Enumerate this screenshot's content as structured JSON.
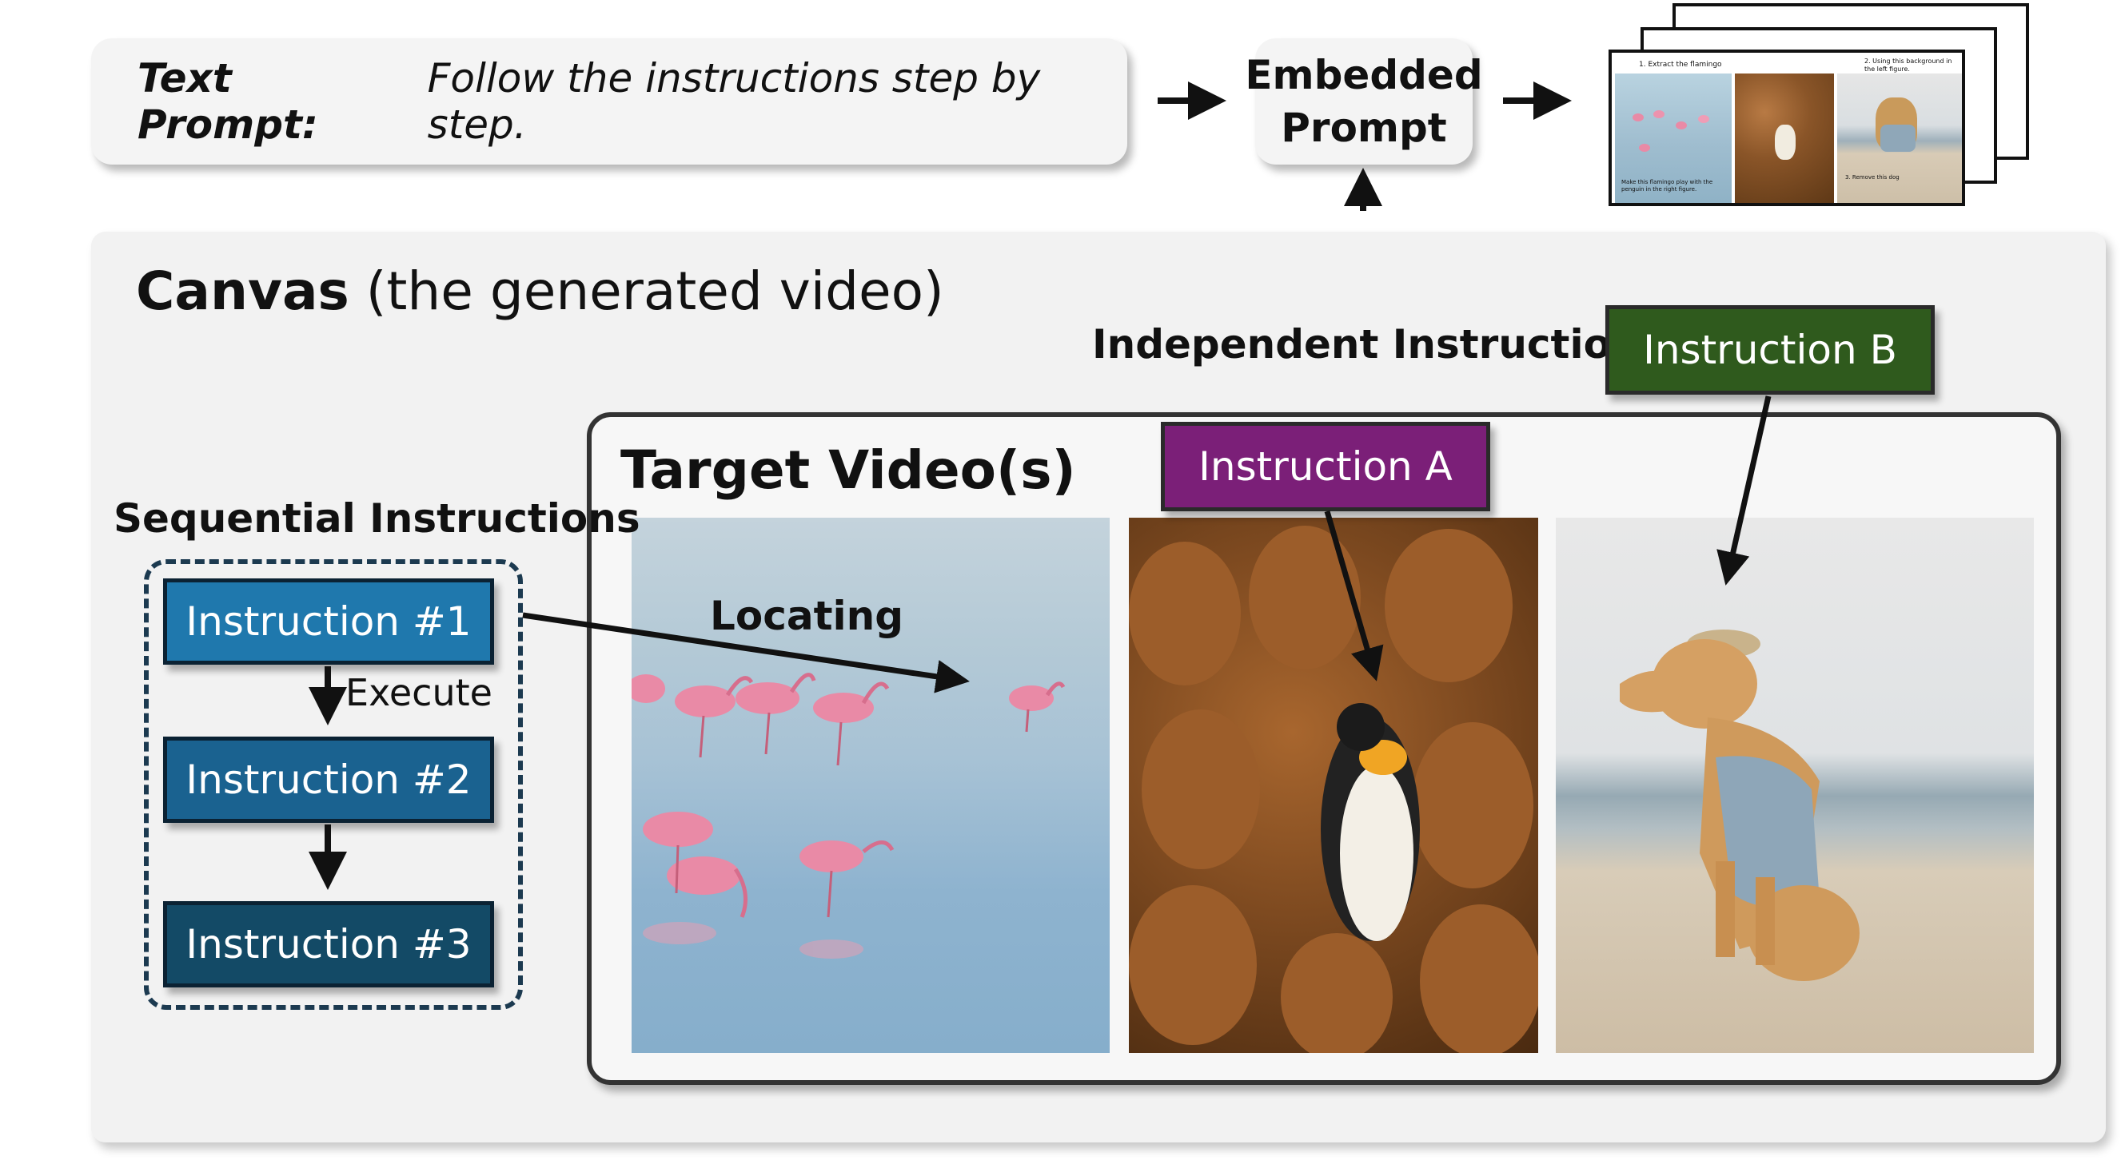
{
  "text_prompt": {
    "label": "Text Prompt:",
    "text": "Follow the instructions step by step."
  },
  "embedded_prompt": {
    "line1": "Embedded",
    "line2": "Prompt"
  },
  "thumbnail": {
    "caption_extract": "1. Extract the flamingo",
    "caption_background": "2. Using this background in the left figure.",
    "caption_instruction": "Make this flamingo play with the penguin in the right figure.",
    "caption_remove": "3. Remove this dog"
  },
  "canvas": {
    "title_bold": "Canvas",
    "title_rest": "(the generated video)"
  },
  "sequential": {
    "heading": "Sequential Instructions",
    "execute_label": "Execute",
    "steps": [
      "Instruction #1",
      "Instruction #2",
      "Instruction #3"
    ],
    "colors": [
      "#1f78ad",
      "#1a6290",
      "#134a66"
    ]
  },
  "independent": {
    "heading": "Independent Instructions",
    "instruction_a": "Instruction A",
    "instruction_b": "Instruction B",
    "color_a": "#7b1f78",
    "color_b": "#2f5a1d"
  },
  "target": {
    "title": "Target Video(s)",
    "locating_label": "Locating"
  }
}
